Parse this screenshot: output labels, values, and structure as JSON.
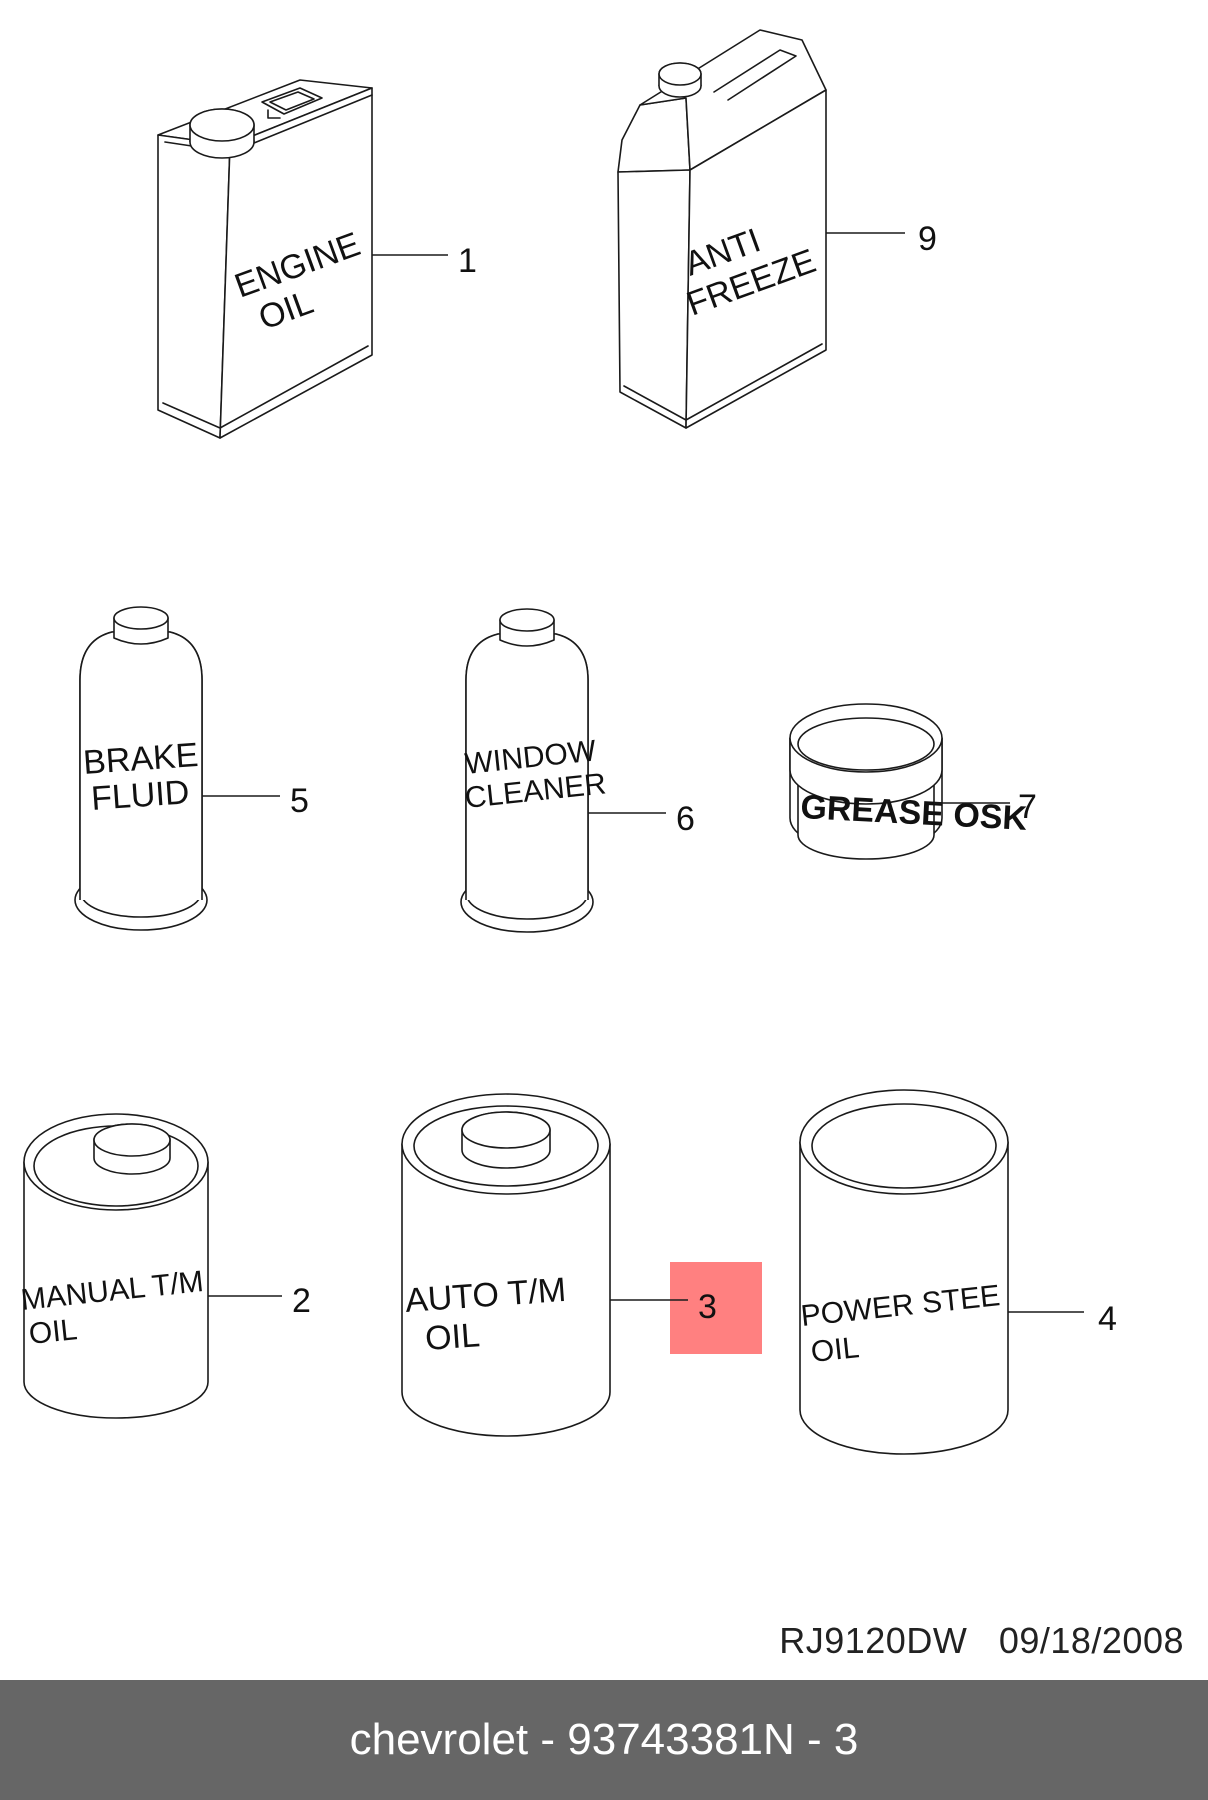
{
  "parts": [
    {
      "callout": "1",
      "label_lines": [
        "ENGINE",
        "OIL"
      ]
    },
    {
      "callout": "9",
      "label_lines": [
        "ANTI",
        "FREEZE"
      ]
    },
    {
      "callout": "5",
      "label_lines": [
        "BRAKE",
        "FLUID"
      ]
    },
    {
      "callout": "6",
      "label_lines": [
        "WINDOW",
        "CLEANER"
      ]
    },
    {
      "callout": "7",
      "label_lines": [
        "GREASE OSK"
      ]
    },
    {
      "callout": "2",
      "label_lines": [
        "MANUAL T/M",
        "OIL"
      ]
    },
    {
      "callout": "3",
      "label_lines": [
        "AUTO T/M",
        "OIL"
      ],
      "highlighted": true
    },
    {
      "callout": "4",
      "label_lines": [
        "POWER STEE",
        "OIL"
      ]
    }
  ],
  "highlight_color": "#ff8080",
  "drawing_code": "RJ9120DW",
  "drawing_date": "09/18/2008",
  "footer": {
    "brand": "chevrolet",
    "part_number": "93743381",
    "page": "N - 3",
    "background": "#666666"
  }
}
